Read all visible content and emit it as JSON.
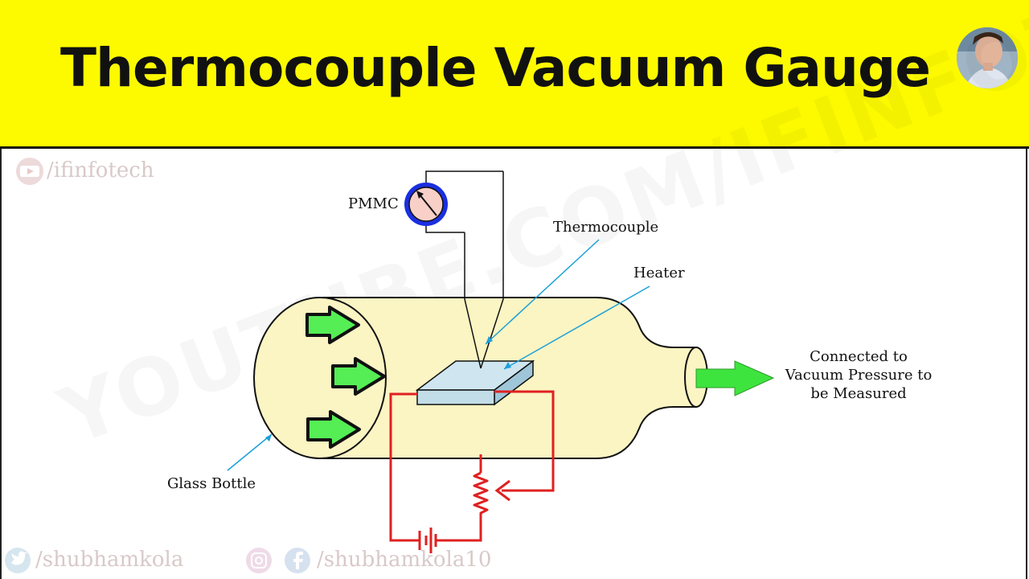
{
  "header": {
    "title": "Thermocouple Vacuum Gauge",
    "background_color": "#fdfa00"
  },
  "diagram": {
    "labels": {
      "pmmc": "PMMC",
      "thermocouple": "Thermocouple",
      "heater": "Heater",
      "glass_bottle": "Glass Bottle",
      "connected_line1": "Connected to",
      "connected_line2": "Vacuum Pressure to",
      "connected_line3": "be Measured"
    },
    "colors": {
      "bottle_fill": "#fbf4c3",
      "arrow_green": "#55ee55",
      "circuit_red": "#e02020",
      "pmmc_ring": "#1a2fe0",
      "pmmc_face": "#f8d0c8",
      "pointer_line": "#1aa0d8",
      "heater_plate": "#cfe6f0"
    }
  },
  "watermarks": {
    "youtube_handle": "/ifinfotech",
    "twitter_handle": "/shubhamkola",
    "social_handle": "/shubhamkola10",
    "diagonal_text": "YOUTUBE.COM/IFINFOTECH"
  }
}
